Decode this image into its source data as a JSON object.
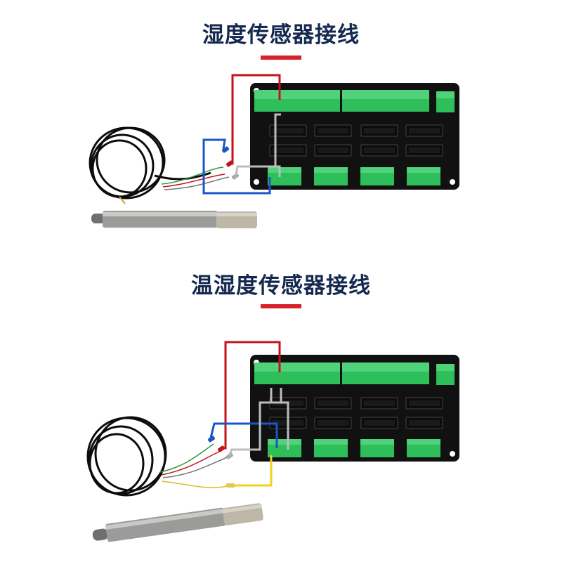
{
  "diagrams": [
    {
      "title": "湿度传感器接线"
    },
    {
      "title": "温湿度传感器接线"
    }
  ],
  "colors": {
    "title_text": "#14294f",
    "accent_bar": "#d7222a",
    "red_wire": "#c4121b",
    "blue_wire": "#1b56c8",
    "gray_wire": "#9aa0a6",
    "yellow_wire": "#f2d01e",
    "terminal_green": "#2fbf5a",
    "board_black": "#111111"
  },
  "icons": [
    "terminal-block",
    "relay-slot",
    "sensor-probe",
    "cable-coil"
  ]
}
